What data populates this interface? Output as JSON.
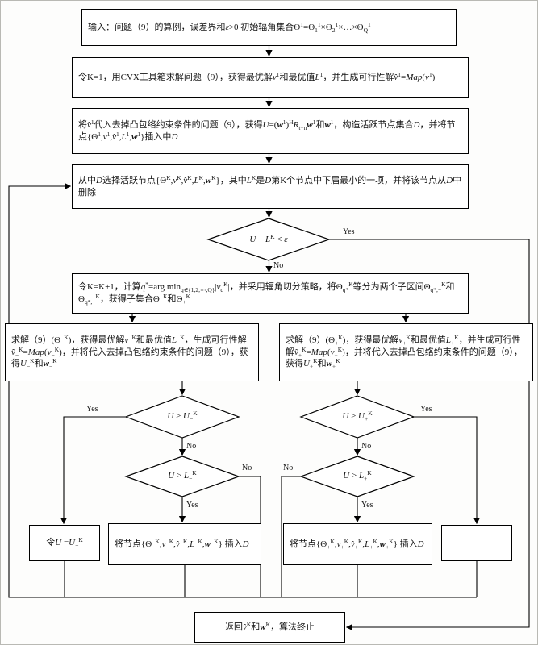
{
  "labels": {
    "yes": "Yes",
    "no": "No"
  },
  "nodes": {
    "input": "输入：问题（9）的算例，误差界和<i>ε</i>&gt;0 初始辐角集合Θ<sup>1</sup>=Θ<sub>1</sub><sup>1</sup>×Θ<sub>2</sub><sup>1</sup>×…×Θ<sub>Q</sub><sup>1</sup>",
    "init": "令K=1，用CVX工具箱求解问题（9），获得最优解<i>v</i><sup>1</sup>和最优值<i>L</i><sup>1</sup>，并生成可行性解<i>v̂</i><sup>1</sup>=<i>Map</i>(<i>v</i><sup>1</sup>)",
    "substitute": "将<i>v̂</i><sup>1</sup>代入去掉凸包络约束条件的问题（9），获得<i>U</i>=(<b><i>w</i></b><sup>1</sup>)<sup>H</sup><i>R</i><sub>t+n</sub><b><i>w</i></b><sup>1</sup>和<b><i>w</i></b><sup>1</sup>，构造活跃节点集合<i>D</i>，并将节点{Θ<sup>1</sup>,<i>v</i><sup>1</sup>,<i>v̂</i><sup>1</sup>,<i>L</i><sup>1</sup>,<b><i>w</i></b><sup>1</sup>}插入中<i>D</i>",
    "select": "从中<i>D</i>选择活跃节点{Θ<sup>K</sup>,<i>v</i><sup>K</sup>,<i>v̂</i><sup>K</sup>,<i>L</i><sup>K</sup>,<b><i>w</i></b><sup>K</sup>}，其中<i>L</i><sup>K</sup>是<i>D</i>第K个节点中下届最小的一项，并将该节点从<i>D</i>中删除",
    "decision_eps": "<i>U</i> − <i>L</i><sup>K</sup> &lt; <i>ε</i>",
    "branch": "令K=K+1，计算<i>q</i><sup>*</sup>=arg min<sub>q∈{1,2,⋯,Q}</sub>|<i>v</i><sub>q</sub><sup>K</sup>|，并采用辐角切分策略，将Θ<sub>q*</sub><sup>K</sup>等分为两个子区间Θ<sub>q*,−</sub><sup>K</sup>和Θ<sub>q*,+</sub><sup>K</sup>，获得子集合Θ<sub>−</sub><sup>K</sup>和Θ<sub>+</sub><sup>K</sup>",
    "solve_minus": "求解（9）(Θ<sub>−</sub><sup>K</sup>)，获得最优解<i>v</i><sub>−</sub><sup>K</sup>和最优值<i>L</i><sub>−</sub><sup>K</sup>，生成可行性解<i>v̂</i><sub>−</sub><sup>K</sup>=<i>Map</i>(<i>v</i><sub>−</sub><sup>K</sup>)，并将代入去掉凸包络约束条件的问题（9），获得<i>U</i><sub>−</sub><sup>K</sup>和<b><i>w</i></b><sub>−</sub><sup>K</sup>",
    "solve_plus": "求解（9）(Θ<sub>+</sub><sup>K</sup>)，获得最优解<i>v</i><sub>+</sub><sup>K</sup>和最优值<i>L</i><sub>+</sub><sup>K</sup>，并生成可行性解<i>v̂</i><sub>+</sub><sup>K</sup>=<i>Map</i>(<i>v</i><sub>+</sub><sup>K</sup>)，并将代入去掉凸包络约束条件的问题（9），获得<i>U</i><sub>+</sub><sup>K</sup>和<b><i>w</i></b><sub>+</sub><sup>K</sup>",
    "decision_u_minus": "<i>U</i> &gt; <i>U</i><sub>−</sub><sup>K</sup>",
    "decision_l_minus": "<i>U</i> &gt; <i>L</i><sub>−</sub><sup>K</sup>",
    "decision_u_plus": "<i>U</i> &gt; <i>U</i><sub>+</sub><sup>K</sup>",
    "decision_l_plus": "<i>U</i> &gt; <i>L</i><sub>+</sub><sup>K</sup>",
    "set_u_minus": "令<i>U</i> =<i>U</i><sub>−</sub><sup>K</sup>",
    "insert_minus": "将节点{Θ<sub>−</sub><sup>K</sup>,<i>v</i><sub>−</sub><sup>K</sup>,<i>v̂</i><sub>−</sub><sup>K</sup>,<i>L</i><sub>−</sub><sup>K</sup>,<b><i>w</i></b><sub>−</sub><sup>K</sup>} 插入<i>D</i>",
    "insert_plus": "将节点{Θ<sub>+</sub><sup>K</sup>,<i>v</i><sub>+</sub><sup>K</sup>,<i>v̂</i><sub>+</sub><sup>K</sup>,<i>L</i><sub>+</sub><sup>K</sup>,<b><i>w</i></b><sub>+</sub><sup>K</sup>} 插入<i>D</i>",
    "return": "返回<i>v̂</i><sup>K</sup>和<b><i>w</i></b><sup>K</sup>，算法终止"
  }
}
